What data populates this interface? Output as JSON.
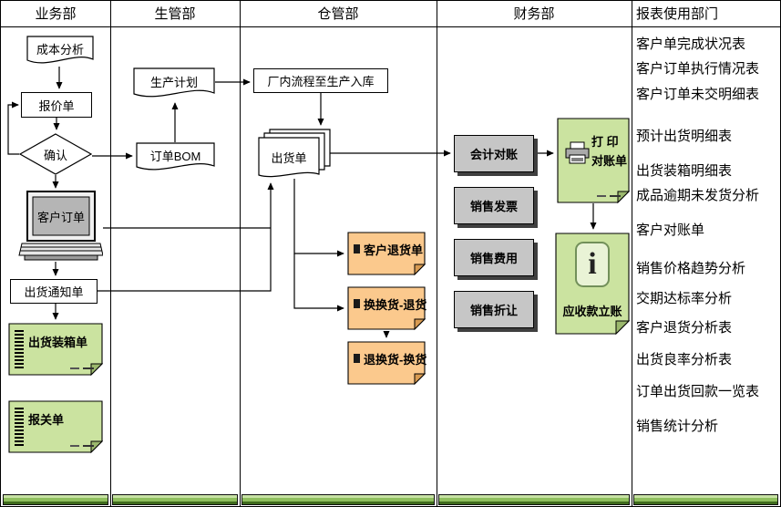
{
  "lanes": {
    "business": "业务部",
    "production": "生管部",
    "warehouse": "仓管部",
    "finance": "财务部",
    "report_users": "报表使用部门"
  },
  "shapes": {
    "cost_analysis": "成本分析",
    "quotation": "报价单",
    "confirm": "确认",
    "production_plan": "生产计划",
    "order_bom": "订单BOM",
    "factory_process": "厂内流程至生产入库",
    "shipment_order": "出货单",
    "customer_order": "客户订单",
    "shipping_notice": "出货通知单",
    "packing_list": "出货装箱单",
    "customs_declaration": "报关单",
    "customer_return": "客户退货单",
    "exchange_return": "换换货-退货",
    "return_exchange": "退换货-换货",
    "accounting_recon": "会计对账",
    "sales_invoice": "销售发票",
    "sales_expense": "销售费用",
    "sales_allowance": "销售折让",
    "print_label_line1": "打 印",
    "print_label_line2": "对账单",
    "receivable_posting": "应收款立账"
  },
  "report_list": [
    "客户单完成状况表",
    "客户订单执行情况表",
    "客户订单未交明细表",
    "预计出货明细表",
    "出货装箱明细表",
    "成品逾期未发货分析",
    "客户对账单",
    "销售价格趋势分析",
    "交期达标率分析",
    "客户退货分析表",
    "出货良率分析表",
    "订单出货回款一览表",
    "销售统计分析"
  ],
  "icons": {
    "info_icon": "i",
    "printer_icon": "printer",
    "barcode_icon": "barcode-stripes",
    "computer_icon": "desktop-computer"
  },
  "colors": {
    "note-green": "#cbe3a0",
    "note-orange": "#fbc98d",
    "box-gray": "#c6c6c6",
    "bar-green": "#8fbf5e"
  }
}
